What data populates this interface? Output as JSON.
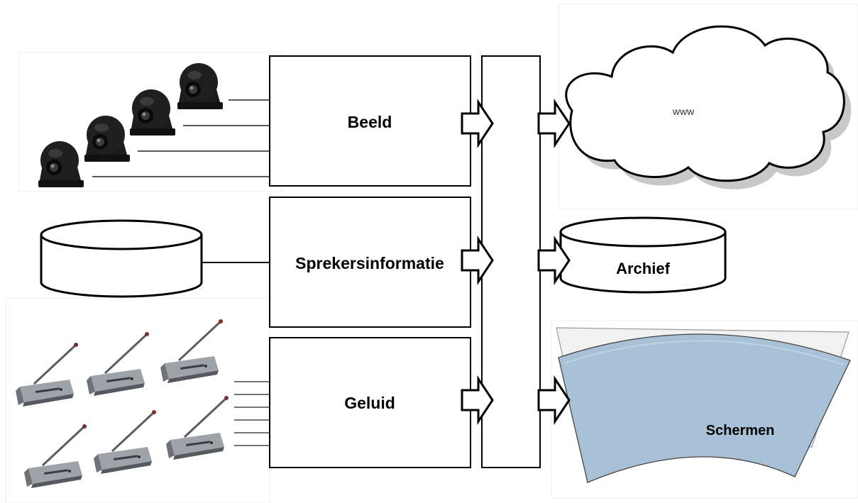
{
  "blocks": {
    "beeld": "Beeld",
    "sprekersinformatie": "Sprekersinformatie",
    "geluid": "Geluid"
  },
  "outputs": {
    "internet": "www",
    "archief": "Archief",
    "schermen": "Schermen"
  },
  "icons": {
    "camera": "ptz-camera-icon",
    "microphone": "conference-microphone-icon",
    "database": "database-cylinder-icon",
    "cloud": "cloud-icon",
    "screen": "curved-screen-icon",
    "arrow": "block-arrow-icon"
  },
  "colors": {
    "stroke": "#000000",
    "screen_fill": "#a9c1d6",
    "cloud_shadow": "#c8c8c8",
    "camera_body": "#1a1a1a",
    "mic_base": "#8a8e93"
  }
}
